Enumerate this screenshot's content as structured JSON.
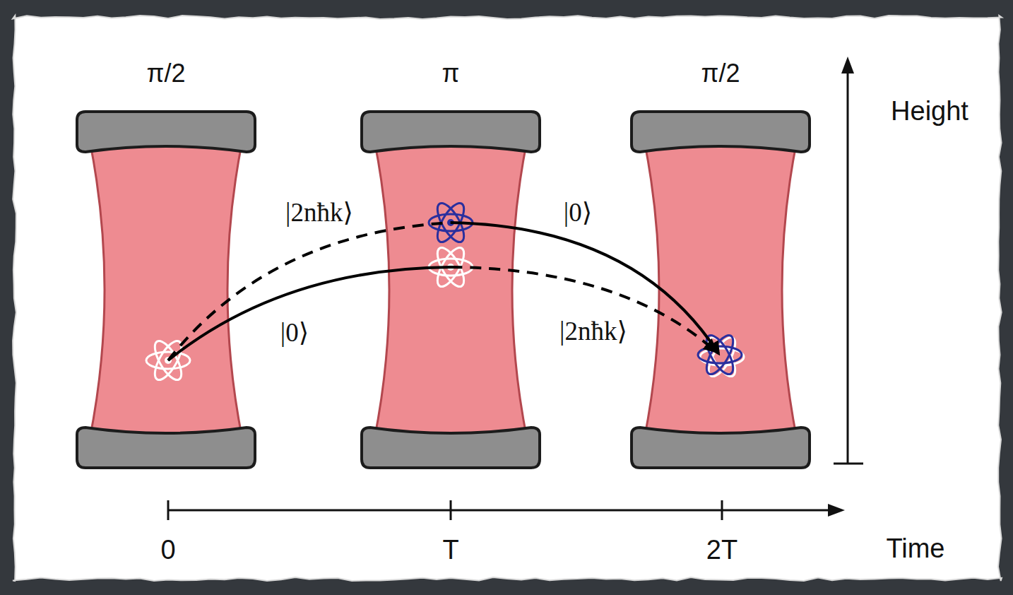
{
  "diagram": {
    "nodes": [
      {
        "text": [
          "π/2"
        ]
      },
      {
        "text": [
          "π"
        ]
      },
      {
        "text": [
          "π/2"
        ]
      }
    ],
    "labels": [
      "|2nħk⟩",
      "|0⟩",
      "|0⟩",
      "|2nħk⟩",
      "Height",
      "0",
      "T",
      "2T",
      "Time"
    ]
  }
}
